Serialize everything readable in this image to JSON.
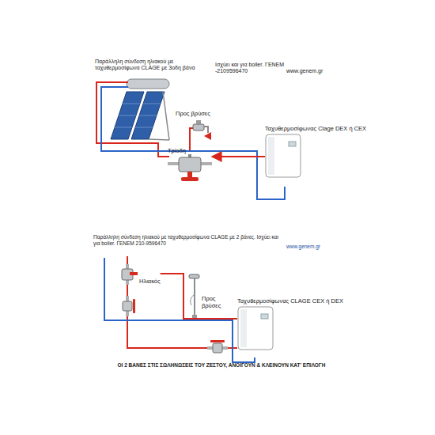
{
  "diagram": {
    "nodes": [
      {
        "text": [
          "Ταχυθερμοσίφωνας Clage DEX ή CEX"
        ]
      },
      {
        "text": [
          "Τρίοδη"
        ]
      },
      {
        "text": [
          "Ηλιακός"
        ]
      },
      {
        "text": [
          "Ταχυθερμοσίφωνας CLAGE CEX ή DEX"
        ]
      }
    ],
    "edges": [
      {
        "from": 0,
        "to": 1,
        "arrow": "to"
      },
      {
        "from": 3,
        "to": 2,
        "arrow": "none"
      }
    ],
    "labels": [
      "Παράλληλη σύνδεση ηλιακού με ταχυθερμοσίφωνα CLAGE με 3οδη βάνα",
      "Ισχύει και για boiler. ΓΕΝΕΜ -2109596470",
      "www.genem.gr",
      "Προς βρύσες",
      "Παράλληλη σύνδεση ηλιακού με ταχυθερμοσίφωνα CLAGE με 2 βάνες. Ισχύει και για boiler. ΓΕΝΕΜ 210-9596470",
      "www.genem.gr",
      "Προς βρύσες",
      "ΟΙ 2 ΒΑΝΕΣ ΣΤΙΣ ΣΩΛΗΝΩΣΕΙΣ ΤΟΥ ΖΕΣΤΟΥ, ΑΝΟΙΓΟΥΝ & ΚΛΕΙΝΟΥΝ ΚΑΤ' ΕΠΙΛΟΓΗ"
    ]
  }
}
